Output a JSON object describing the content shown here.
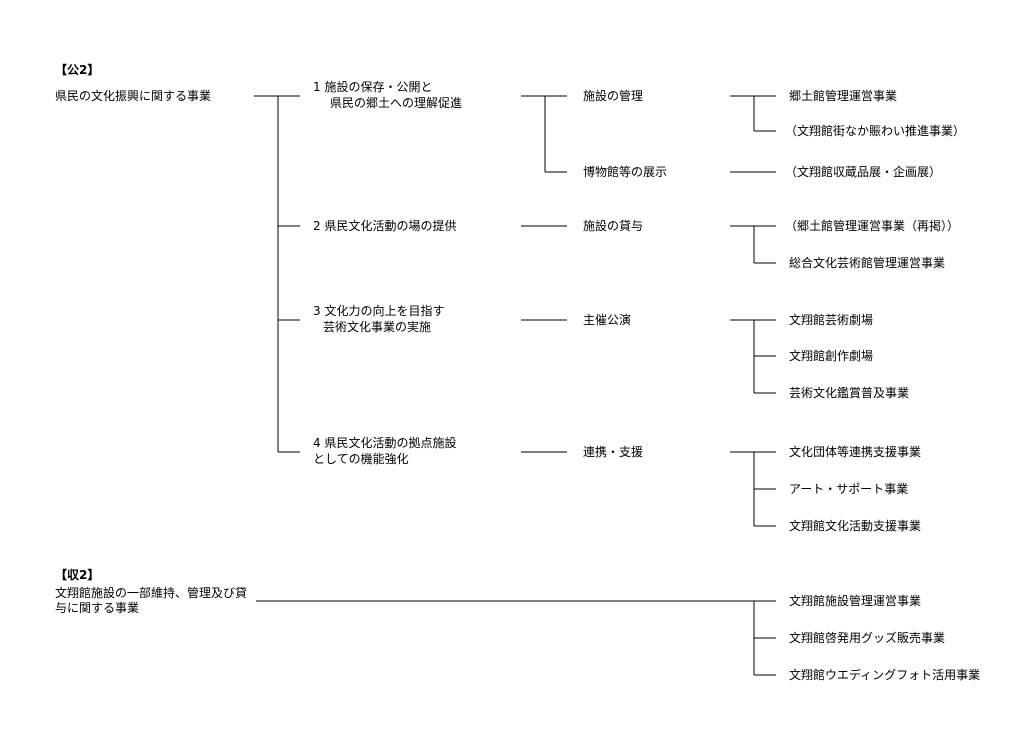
{
  "section_pub": {
    "header": "【公2】",
    "root": "県民の文化振興に関する事業",
    "branches": [
      {
        "label_line1": "1 施設の保存・公開と",
        "label_line2": "県民の郷土への理解促進",
        "subs": [
          {
            "label": "施設の管理",
            "items": [
              "郷土館管理運営事業",
              "（文翔館街なか賑わい推進事業）"
            ]
          },
          {
            "label": "博物館等の展示",
            "items": [
              "（文翔館収蔵品展・企画展）"
            ]
          }
        ]
      },
      {
        "label_line1": "2 県民文化活動の場の提供",
        "label_line2": "",
        "subs": [
          {
            "label": "施設の貸与",
            "items": [
              "（郷土館管理運営事業（再掲））",
              "総合文化芸術館管理運営事業"
            ]
          }
        ]
      },
      {
        "label_line1": "3 文化力の向上を目指す",
        "label_line2": "芸術文化事業の実施",
        "subs": [
          {
            "label": "主催公演",
            "items": [
              "文翔館芸術劇場",
              "文翔館創作劇場",
              "芸術文化鑑賞普及事業"
            ]
          }
        ]
      },
      {
        "label_line1": "4 県民文化活動の拠点施設",
        "label_line2": "としての機能強化",
        "subs": [
          {
            "label": "連携・支援",
            "items": [
              "文化団体等連携支援事業",
              "アート・サポート事業",
              "文翔館文化活動支援事業"
            ]
          }
        ]
      }
    ]
  },
  "section_inc": {
    "header": "【収2】",
    "root": "文翔館施設の一部維持、管理及び貸与に関する事業",
    "items": [
      "文翔館施設管理運営事業",
      "文翔館啓発用グッズ販売事業",
      "文翔館ウエディングフォト活用事業"
    ]
  }
}
